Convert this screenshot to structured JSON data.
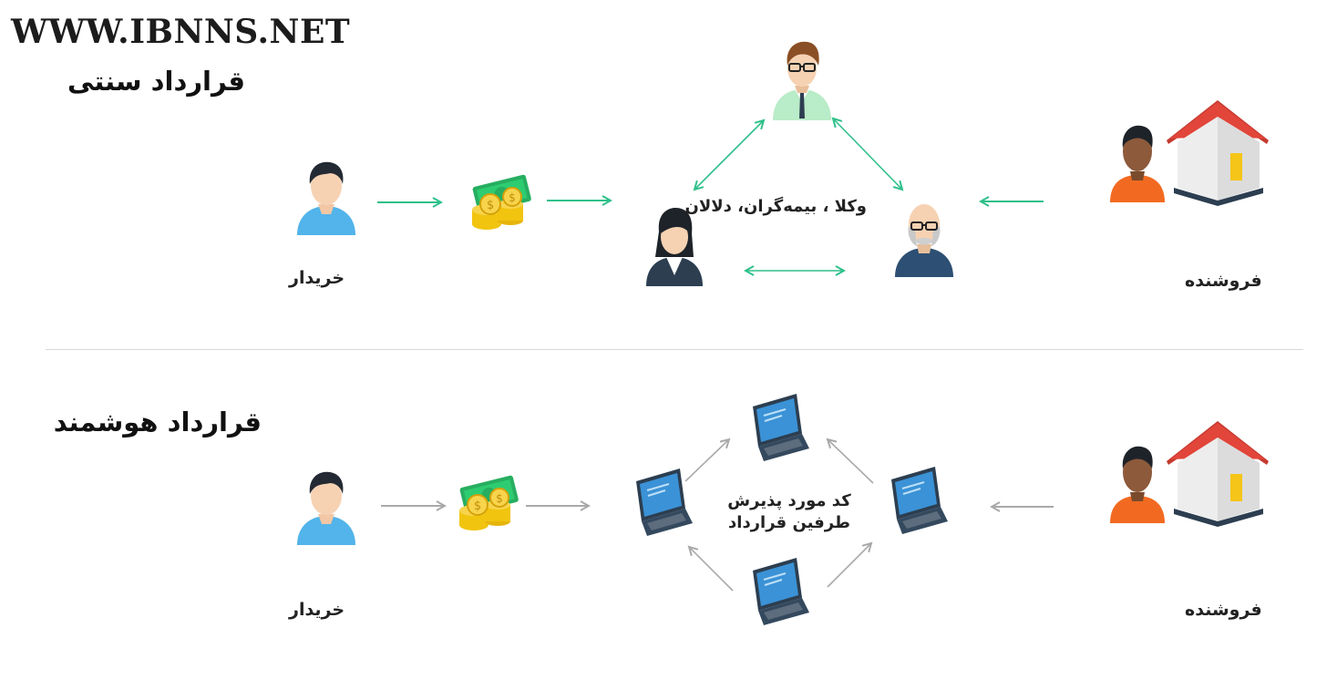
{
  "watermark": "WWW.IBNNS.NET",
  "traditional": {
    "title": "قرارداد سنتی",
    "buyer_label": "خریدار",
    "seller_label": "فروشنده",
    "intermediaries_label": "وکلا ، بیمه‌گران، دلالان"
  },
  "smart": {
    "title": "قرارداد هوشمند",
    "buyer_label": "خریدار",
    "seller_label": "فروشنده",
    "center_line1": "کد مورد پذیرش",
    "center_line2": "طرفین قرارداد"
  },
  "icons": [
    "person-icon",
    "money-icon",
    "broker-icon",
    "house-icon",
    "laptop-icon"
  ],
  "colors": {
    "traditional_arrow": "#2ec08a",
    "smart_arrow": "#a9a9a9",
    "house_roof": "#e2453a",
    "buyer_shirt": "#52b4ea",
    "seller_shirt": "#f26a21",
    "broker_shirt": "#b9ecc8",
    "laptop_body": "#2c3e50",
    "laptop_screen": "#3b92d6"
  }
}
